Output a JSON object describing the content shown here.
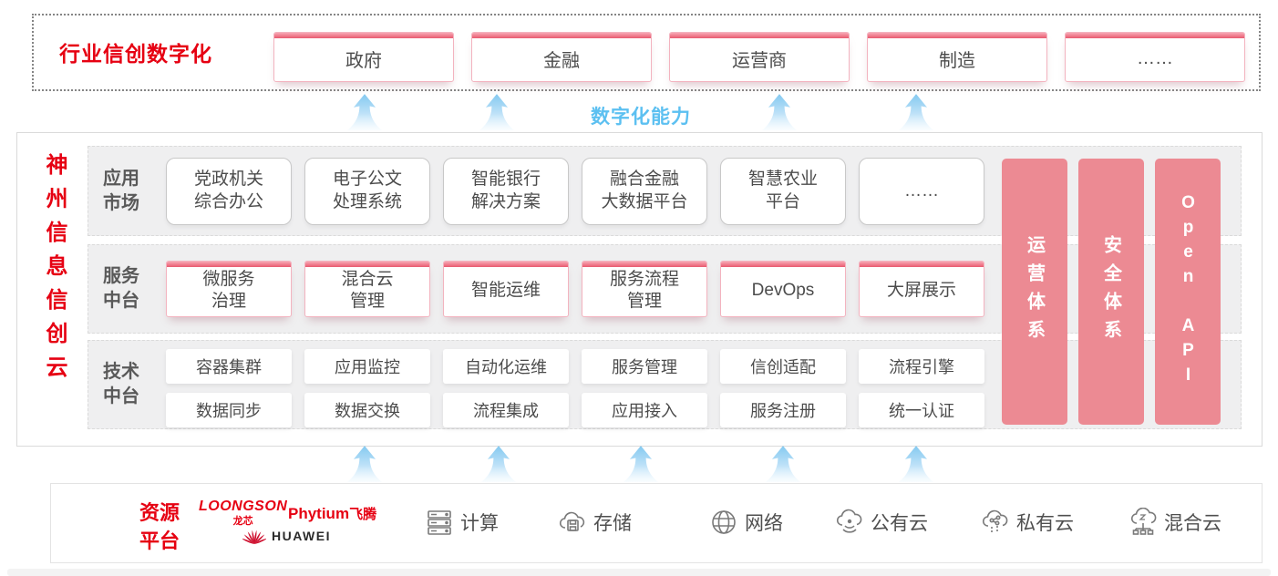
{
  "top": {
    "title": "行业信创数字化",
    "industries": [
      "政府",
      "金融",
      "运营商",
      "制造",
      "……"
    ]
  },
  "capability_label": "数字化能力",
  "main": {
    "title": "神州信息信创云",
    "rows": [
      {
        "label": "应用\n市场",
        "items": [
          "党政机关\n综合办公",
          "电子公文\n处理系统",
          "智能银行\n解决方案",
          "融合金融\n大数据平台",
          "智慧农业\n平台",
          "……"
        ]
      },
      {
        "label": "服务\n中台",
        "items": [
          "微服务\n治理",
          "混合云\n管理",
          "智能运维",
          "服务流程\n管理",
          "DevOps",
          "大屏展示"
        ]
      },
      {
        "label": "技术\n中台",
        "items": [
          "容器集群",
          "应用监控",
          "自动化运维",
          "服务管理",
          "信创适配",
          "流程引擎",
          "数据同步",
          "数据交换",
          "流程集成",
          "应用接入",
          "服务注册",
          "统一认证"
        ]
      }
    ],
    "side_bars": [
      "运营体系",
      "安全体系",
      "Open API"
    ]
  },
  "resources": {
    "label": "资源\n平台",
    "vendors": {
      "loongson": "LOONGSON",
      "loongson_sub": "龙芯",
      "phytium": "Phytium",
      "phytium_sub": "飞腾",
      "huawei": "HUAWEI"
    },
    "items": [
      {
        "icon": "server-icon",
        "label": "计算"
      },
      {
        "icon": "storage-cloud-icon",
        "label": "存储"
      },
      {
        "icon": "network-globe-icon",
        "label": "网络"
      },
      {
        "icon": "public-cloud-icon",
        "label": "公有云"
      },
      {
        "icon": "private-cloud-icon",
        "label": "私有云"
      },
      {
        "icon": "hybrid-cloud-icon",
        "label": "混合云"
      }
    ]
  },
  "colors": {
    "brand_red": "#e60012",
    "bar_pink": "#ec8a93",
    "capability_blue": "#5cc0f1",
    "box_border_pink": "#f3b3bf"
  }
}
